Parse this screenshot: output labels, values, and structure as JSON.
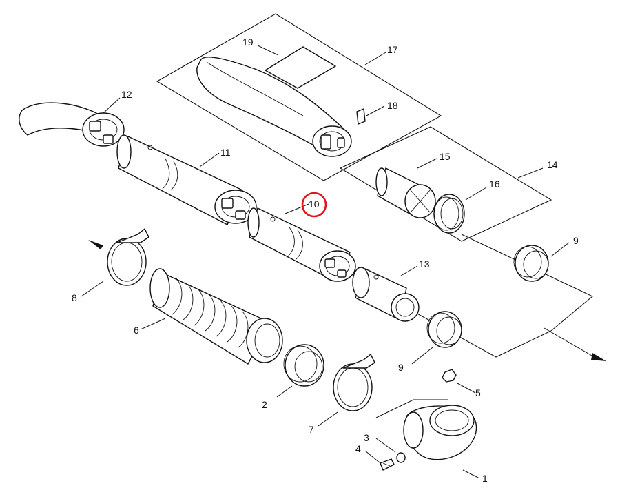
{
  "callouts": [
    {
      "id": "1",
      "label": "1"
    },
    {
      "id": "2",
      "label": "2"
    },
    {
      "id": "3",
      "label": "3"
    },
    {
      "id": "4",
      "label": "4"
    },
    {
      "id": "5",
      "label": "5"
    },
    {
      "id": "6",
      "label": "6"
    },
    {
      "id": "7",
      "label": "7"
    },
    {
      "id": "8",
      "label": "8"
    },
    {
      "id": "9a",
      "label": "9"
    },
    {
      "id": "9b",
      "label": "9"
    },
    {
      "id": "10",
      "label": "10"
    },
    {
      "id": "11",
      "label": "11"
    },
    {
      "id": "12",
      "label": "12"
    },
    {
      "id": "13",
      "label": "13"
    },
    {
      "id": "14",
      "label": "14"
    },
    {
      "id": "15",
      "label": "15"
    },
    {
      "id": "16",
      "label": "16"
    },
    {
      "id": "17",
      "label": "17"
    },
    {
      "id": "18",
      "label": "18"
    },
    {
      "id": "19",
      "label": "19"
    }
  ],
  "highlighted_callout": "10",
  "highlight_color": "#e0161b",
  "line_color": "#111111"
}
